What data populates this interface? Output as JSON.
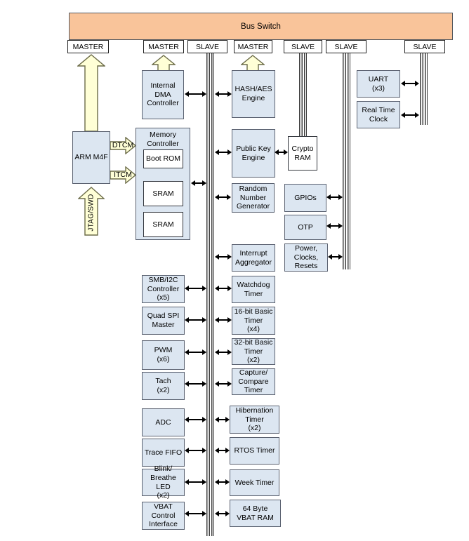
{
  "bus_switch": {
    "label": "Bus Switch"
  },
  "ports": [
    {
      "label": "MASTER"
    },
    {
      "label": "MASTER"
    },
    {
      "label": "SLAVE"
    },
    {
      "label": "MASTER"
    },
    {
      "label": "SLAVE"
    },
    {
      "label": "SLAVE"
    },
    {
      "label": "SLAVE"
    }
  ],
  "arrow_labels": {
    "dtcm": "DTCM",
    "itcm": "ITCM",
    "jtag": "JTAG/SWD"
  },
  "blocks": {
    "arm_m4f": {
      "label": "ARM M4F"
    },
    "internal_dma": {
      "label": "Internal\nDMA\nController"
    },
    "memory_controller": {
      "label": "Memory\nController"
    },
    "boot_rom": {
      "label": "Boot ROM"
    },
    "sram1": {
      "label": "SRAM"
    },
    "sram2": {
      "label": "SRAM"
    },
    "hash_aes": {
      "label": "HASH/AES\nEngine"
    },
    "public_key": {
      "label": "Public Key\nEngine"
    },
    "rng": {
      "label": "Random\nNumber\nGenerator"
    },
    "crypto_ram": {
      "label": "Crypto\nRAM"
    },
    "gpios": {
      "label": "GPIOs"
    },
    "otp": {
      "label": "OTP"
    },
    "power_clocks_resets": {
      "label": "Power,\nClocks,\nResets"
    },
    "uart": {
      "label": "UART\n(x3)"
    },
    "rtc": {
      "label": "Real Time\nClock"
    },
    "interrupt_aggregator": {
      "label": "Interrupt\nAggregator"
    },
    "watchdog": {
      "label": "Watchdog\nTimer"
    },
    "timer16": {
      "label": "16-bit Basic\nTimer\n(x4)"
    },
    "timer32": {
      "label": "32-bit Basic\nTimer\n(x2)"
    },
    "capture_compare": {
      "label": "Capture/\nCompare\nTimer"
    },
    "hibernation": {
      "label": "Hibernation\nTimer\n(x2)"
    },
    "rtos_timer": {
      "label": "RTOS Timer"
    },
    "week_timer": {
      "label": "Week Timer"
    },
    "vbat_ram": {
      "label": "64 Byte\nVBAT RAM"
    },
    "smb_i2c": {
      "label": "SMB/I2C\nController\n(x5)"
    },
    "quad_spi": {
      "label": "Quad SPI\nMaster"
    },
    "pwm": {
      "label": "PWM\n(x6)"
    },
    "tach": {
      "label": "Tach\n(x2)"
    },
    "adc": {
      "label": "ADC"
    },
    "trace_fifo": {
      "label": "Trace FIFO"
    },
    "blink_led": {
      "label": "Blink/\nBreathe LED\n(x2)"
    },
    "vbat_control": {
      "label": "VBAT\nControl\nInterface"
    }
  },
  "colors": {
    "box-fill": "#dce6f1",
    "bus-switch-fill": "#f9c49a",
    "arrow-fill": "#ffffd6"
  }
}
